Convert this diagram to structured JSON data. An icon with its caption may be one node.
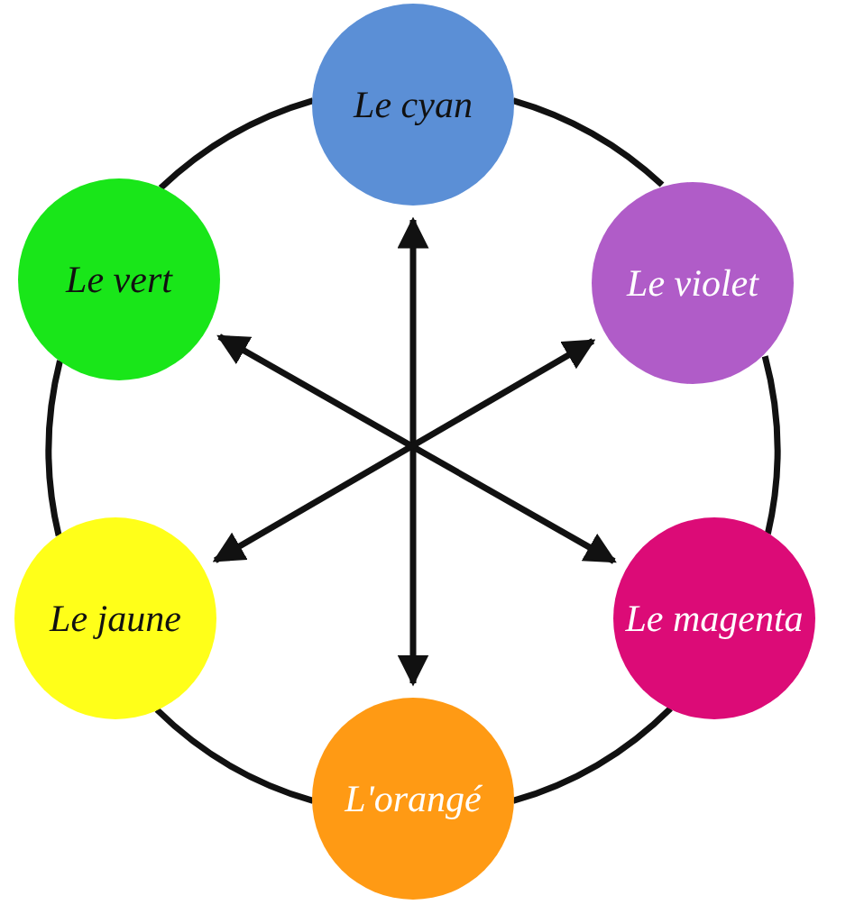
{
  "diagram": {
    "nodes": [
      {
        "text": [
          "Le cyan"
        ]
      },
      {
        "text": [
          "Le vert"
        ]
      },
      {
        "text": [
          "Le violet"
        ]
      },
      {
        "text": [
          "Le jaune"
        ]
      },
      {
        "text": [
          "Le magenta"
        ]
      },
      {
        "text": [
          "L'orangé"
        ]
      }
    ],
    "edges": [
      {
        "from": 0,
        "to": 5,
        "arrow": "both"
      },
      {
        "from": 1,
        "to": 4,
        "arrow": "both"
      },
      {
        "from": 2,
        "to": 3,
        "arrow": "both"
      },
      {
        "from": 0,
        "to": 2,
        "arrow": "none"
      },
      {
        "from": 2,
        "to": 4,
        "arrow": "none"
      },
      {
        "from": 4,
        "to": 5,
        "arrow": "none"
      },
      {
        "from": 5,
        "to": 3,
        "arrow": "none"
      },
      {
        "from": 3,
        "to": 1,
        "arrow": "none"
      },
      {
        "from": 1,
        "to": 0,
        "arrow": "none"
      }
    ]
  }
}
